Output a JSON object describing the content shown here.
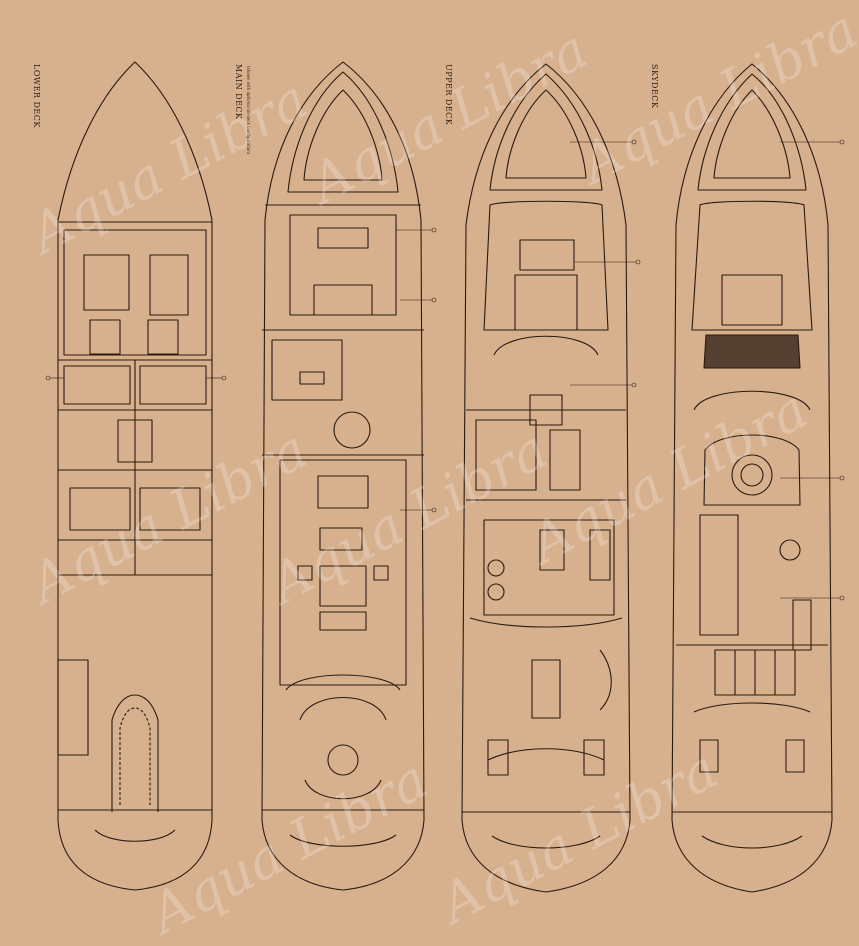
{
  "watermark_text": "Aqua Libra",
  "colors": {
    "paper": "#d7b08e",
    "ink": "#2a1a10",
    "watermark": "#ffffff"
  },
  "decks": [
    {
      "id": "lower",
      "label": "LOWER DECK",
      "note": ""
    },
    {
      "id": "main",
      "label": "MAIN DECK",
      "note": "(shown with optional on-deck configuration)"
    },
    {
      "id": "upper",
      "label": "UPPER DECK",
      "note": ""
    },
    {
      "id": "sky",
      "label": "SKYDECK",
      "note": ""
    }
  ]
}
